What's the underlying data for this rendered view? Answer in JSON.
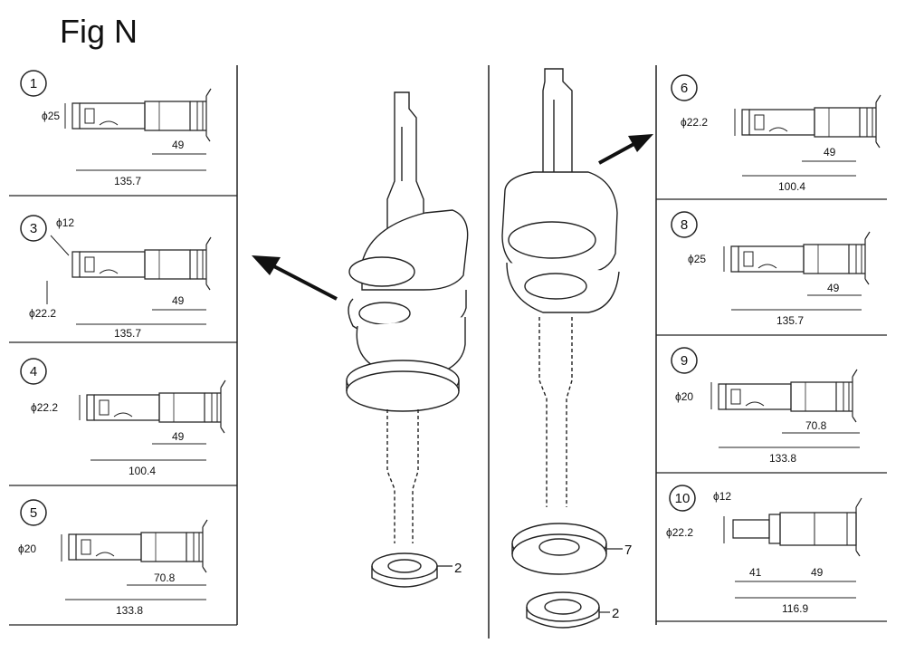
{
  "title": "Fig N",
  "panels": [
    {
      "id": "1",
      "dia1": "ϕ25",
      "dia2": "",
      "len_short": "49",
      "len_total": "135.7",
      "len_mid": ""
    },
    {
      "id": "3",
      "dia1": "ϕ12",
      "dia2": "ϕ22.2",
      "len_short": "49",
      "len_total": "135.7",
      "len_mid": ""
    },
    {
      "id": "4",
      "dia1": "ϕ22.2",
      "dia2": "",
      "len_short": "49",
      "len_total": "100.4",
      "len_mid": ""
    },
    {
      "id": "5",
      "dia1": "ϕ20",
      "dia2": "",
      "len_short": "70.8",
      "len_total": "133.8",
      "len_mid": ""
    },
    {
      "id": "6",
      "dia1": "ϕ22.2",
      "dia2": "",
      "len_short": "49",
      "len_total": "100.4",
      "len_mid": ""
    },
    {
      "id": "8",
      "dia1": "ϕ25",
      "dia2": "",
      "len_short": "49",
      "len_total": "135.7",
      "len_mid": ""
    },
    {
      "id": "9",
      "dia1": "ϕ20",
      "dia2": "",
      "len_short": "70.8",
      "len_total": "133.8",
      "len_mid": ""
    },
    {
      "id": "10",
      "dia1": "ϕ12",
      "dia2": "ϕ22.2",
      "len_short": "49",
      "len_total": "116.9",
      "len_mid": "41"
    }
  ],
  "callouts": {
    "washer_left": "2",
    "gear_right": "7",
    "washer_right": "2"
  }
}
